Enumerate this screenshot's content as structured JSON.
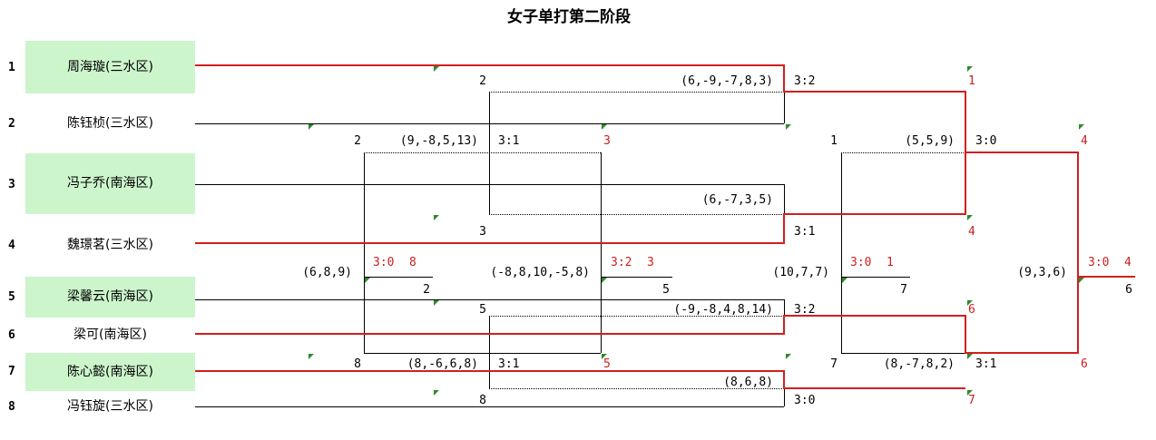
{
  "title": "女子单打第二阶段",
  "colors": {
    "winner_path": "#d21f1f",
    "line": "#000000",
    "highlight": "#ccf5cc",
    "marker": "#2e8b2e"
  },
  "players": [
    {
      "seed": "1",
      "name": "周海璇(三水区)",
      "highlight": true
    },
    {
      "seed": "2",
      "name": "陈钰桢(三水区)",
      "highlight": false
    },
    {
      "seed": "3",
      "name": "冯子乔(南海区)",
      "highlight": true
    },
    {
      "seed": "4",
      "name": "魏璟茗(三水区)",
      "highlight": false
    },
    {
      "seed": "5",
      "name": "梁馨云(南海区)",
      "highlight": true
    },
    {
      "seed": "6",
      "name": "梁可(南海区)",
      "highlight": false
    },
    {
      "seed": "7",
      "name": "陈心懿(南海区)",
      "highlight": true
    },
    {
      "seed": "8",
      "name": "冯钰旋(三水区)",
      "highlight": false
    }
  ],
  "labels": {
    "l1": "2",
    "l2": "(6,-9,-7,8,3)",
    "l3": "3:2",
    "l4": "1",
    "l5": "2",
    "l6": "(9,-8,5,13)",
    "l7": "3:1",
    "l8": "3",
    "l9": "1",
    "l10": "(5,5,9)",
    "l11": "3:0",
    "l12": "4",
    "l13": "(6,-7,3,5)",
    "l14": "3",
    "l15": "3:1",
    "l16": "4",
    "l17": "(6,8,9)",
    "l18": "3:0",
    "l19": "8",
    "l20": "2",
    "l21": "(-8,8,10,-5,8)",
    "l22": "3:2",
    "l23": "3",
    "l24": "5",
    "l25": "(10,7,7)",
    "l26": "3:0",
    "l27": "1",
    "l28": "7",
    "l29": "(9,3,6)",
    "l30": "3:0",
    "l31": "4",
    "l32": "6",
    "l33": "5",
    "l34": "(-9,-8,4,8,14)",
    "l35": "3:2",
    "l36": "6",
    "l37": "8",
    "l38": "(8,-6,6,8)",
    "l39": "3:1",
    "l40": "5",
    "l41": "7",
    "l42": "(8,-7,8,2)",
    "l43": "3:1",
    "l44": "6",
    "l45": "(8,6,8)",
    "l46": "8",
    "l47": "3:0",
    "l48": "7"
  }
}
